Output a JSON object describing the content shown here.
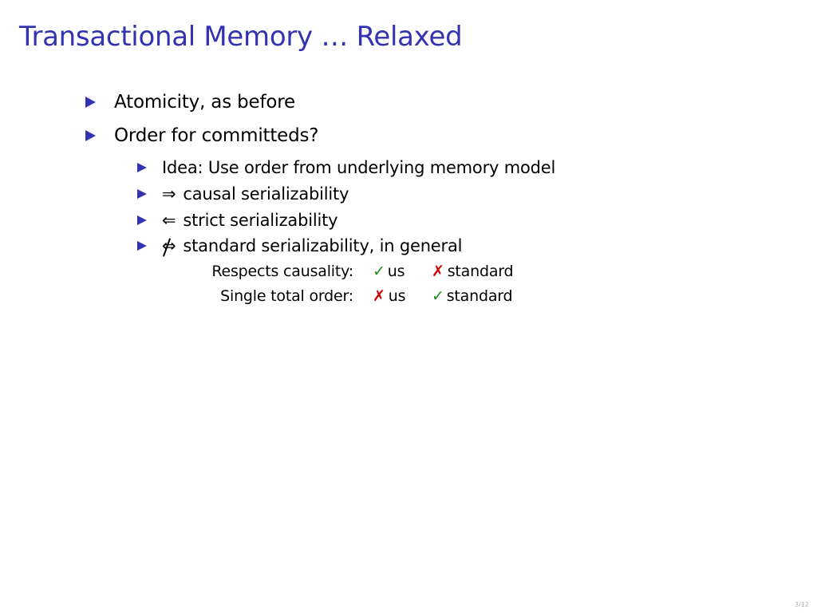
{
  "slide": {
    "title": "Transactional Memory … Relaxed",
    "page_number": "3/12"
  },
  "colors": {
    "title": "#3333b2",
    "bullet": "#3333b2",
    "check": "#1a8c1a",
    "cross": "#cc0000"
  },
  "bullets": [
    {
      "text": "Atomicity, as before"
    },
    {
      "text": "Order for committeds?",
      "children": [
        {
          "symbol": "",
          "text": "Idea: Use order from underlying memory model"
        },
        {
          "symbol": "⇒",
          "text": "causal serializability"
        },
        {
          "symbol": "⇐",
          "text": "strict serializability"
        },
        {
          "symbol": "⇔",
          "text": "standard serializability, in general"
        }
      ]
    }
  ],
  "comparison": [
    {
      "label": "Respects causality:",
      "us_mark": "✓",
      "us_text": "us",
      "std_mark": "✗",
      "std_text": "standard"
    },
    {
      "label": "Single total order:",
      "us_mark": "✗",
      "us_text": "us",
      "std_mark": "✓",
      "std_text": "standard"
    }
  ]
}
